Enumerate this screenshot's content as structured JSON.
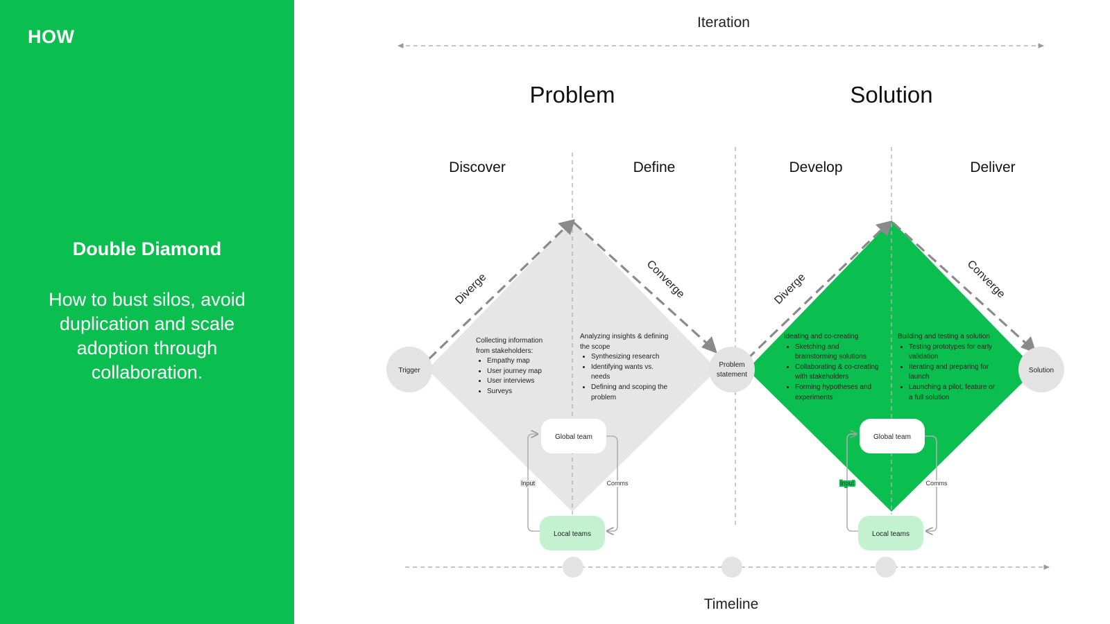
{
  "left_panel": {
    "heading": "HOW",
    "title": "Double Diamond",
    "description": "How to bust silos, avoid duplication and scale adoption through collaboration."
  },
  "diagram": {
    "iteration_label": "Iteration",
    "timeline_label": "Timeline",
    "sections": [
      {
        "title": "Problem"
      },
      {
        "title": "Solution"
      }
    ],
    "phases": [
      {
        "label": "Discover"
      },
      {
        "label": "Define"
      },
      {
        "label": "Develop"
      },
      {
        "label": "Deliver"
      }
    ],
    "arrows": [
      {
        "label": "Diverge"
      },
      {
        "label": "Converge"
      },
      {
        "label": "Diverge"
      },
      {
        "label": "Converge"
      }
    ],
    "nodes": [
      {
        "lines": [
          "Trigger"
        ]
      },
      {
        "lines": [
          "Problem",
          "statement"
        ]
      },
      {
        "lines": [
          "Solution"
        ]
      }
    ],
    "content_blocks": [
      {
        "intro": [
          "Collecting information",
          "from stakeholders:"
        ],
        "items": [
          "Empathy map",
          "User journey map",
          "User interviews",
          "Surveys"
        ]
      },
      {
        "intro": [
          "Analyzing insights & defining",
          "the scope"
        ],
        "items": [
          "Synthesizing research",
          "Identifying wants vs. needs",
          "Defining and scoping the problem"
        ]
      },
      {
        "intro": [
          "Ideating and co-creating"
        ],
        "items": [
          "Sketching and brainstorming solutions",
          "Collaborating & co-creating with stakeholders",
          "Forming hypotheses and experiments"
        ]
      },
      {
        "intro": [
          "Building and testing a solution"
        ],
        "items": [
          "Testing prototypes for early validation",
          "Iterating and preparing for launch",
          "Launching a pilot, feature or a full solution"
        ]
      }
    ],
    "team_loops": [
      {
        "global": "Global team",
        "local": "Local teams",
        "input": "Input",
        "comms": "Comms"
      },
      {
        "global": "Global team",
        "local": "Local teams",
        "input": "Input",
        "comms": "Comms"
      }
    ]
  },
  "colors": {
    "accent_green": "#0abf4f",
    "light_green": "#c4f2d1",
    "diamond_gray": "#e6e6e6",
    "node_gray": "#e3e3e3",
    "arrow_gray": "#8a8a8a"
  }
}
